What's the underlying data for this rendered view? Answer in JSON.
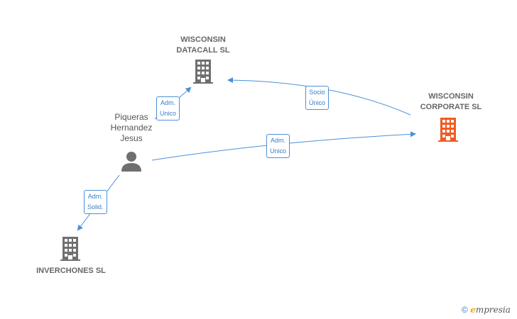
{
  "nodes": {
    "datacall": {
      "label_line1": "WISCONSIN",
      "label_line2": "DATACALL SL",
      "icon": "building-icon",
      "color": "#6f6f6f"
    },
    "corporate": {
      "label_line1": "WISCONSIN",
      "label_line2": "CORPORATE SL",
      "icon": "building-icon",
      "color": "#f15a24"
    },
    "inverchones": {
      "label": "INVERCHONES SL",
      "icon": "building-icon",
      "color": "#6f6f6f"
    },
    "person": {
      "label_line1": "Piqueras",
      "label_line2": "Hernandez",
      "label_line3": "Jesus",
      "icon": "person-icon",
      "color": "#6f6f6f"
    }
  },
  "edges": {
    "person_to_datacall": {
      "line1": "Adm.",
      "line2": "Unico"
    },
    "corporate_to_datacall": {
      "line1": "Socio",
      "line2": "Único"
    },
    "person_to_corporate": {
      "line1": "Adm.",
      "line2": "Unico"
    },
    "person_to_inverchones": {
      "line1": "Adm.",
      "line2": "Solid."
    }
  },
  "edge_color": "#4a90d9",
  "footer": {
    "copyright": "©",
    "brand_initial": "e",
    "brand_rest": "mpresia"
  }
}
